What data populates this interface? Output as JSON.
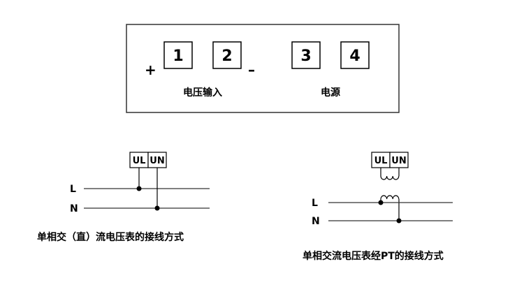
{
  "meter": {
    "plus_sign": "+",
    "minus_sign": "–",
    "terminals": [
      "1",
      "2",
      "3",
      "4"
    ],
    "voltage_input_label": "电压输入",
    "power_label": "电源"
  },
  "diagram_direct": {
    "box_left": "UL",
    "box_right": "UN",
    "line_l": "L",
    "line_n": "N",
    "caption": "单相交（直）流电压表的接线方式"
  },
  "diagram_pt": {
    "box_left": "UL",
    "box_right": "UN",
    "line_l": "L",
    "line_n": "N",
    "caption": "单相交流电压表经PT的接线方式"
  }
}
